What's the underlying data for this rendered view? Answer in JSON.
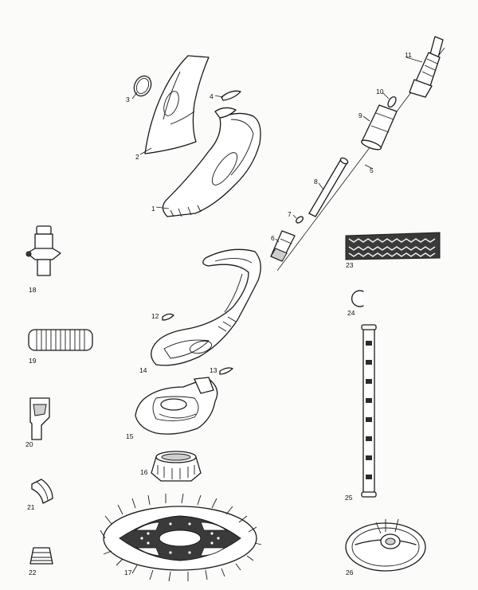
{
  "callouts": {
    "p1": "1",
    "p2": "2",
    "p3": "3",
    "p4": "4",
    "p5": "5",
    "p6": "6",
    "p7": "7",
    "p8": "8",
    "p9": "9",
    "p10": "10",
    "p11": "11",
    "p12": "12",
    "p13": "13",
    "p14": "14",
    "p15": "15",
    "p16": "16",
    "p17": "17",
    "p18": "18",
    "p19": "19",
    "p20": "20",
    "p21": "21",
    "p22": "22",
    "p23": "23",
    "p24": "24",
    "p25": "25",
    "p26": "26"
  }
}
